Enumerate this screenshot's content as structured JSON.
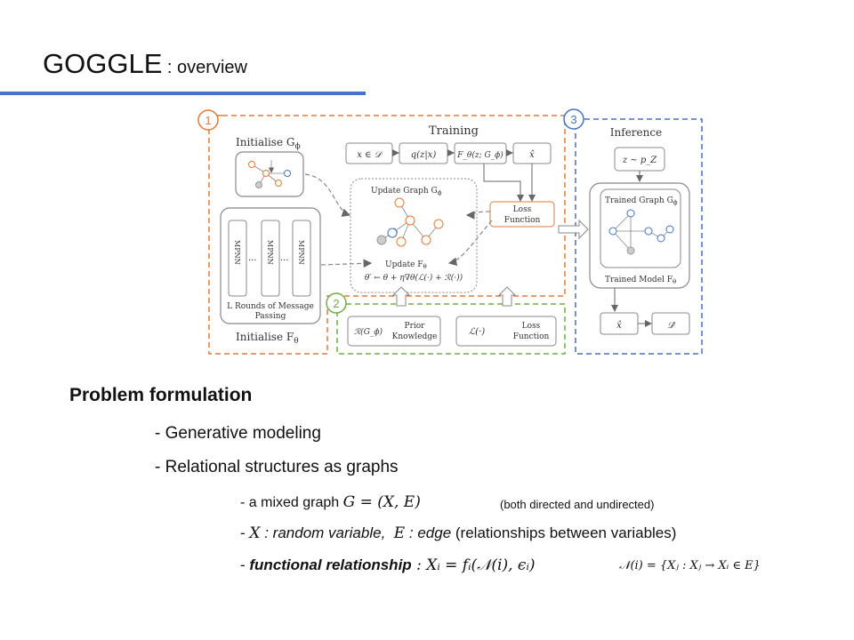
{
  "slide": {
    "title_main": "GOGGLE",
    "title_sub": " : overview",
    "accent_color": "#4472c4"
  },
  "diagram": {
    "region_numbers": [
      "1",
      "2",
      "3"
    ],
    "region_colors": {
      "one": "#e07b39",
      "two": "#70ad47",
      "three": "#4472c4"
    },
    "training_label": "Training",
    "inference_label": "Inference",
    "initialise_g": "Initialise G",
    "initialise_g_sub": "ϕ",
    "initialise_f": "Initialise F",
    "initialise_f_sub": "θ",
    "mpnn": "MPNN",
    "ellipsis": "···",
    "rounds_line1": "L Rounds of Message",
    "rounds_line2": "Passing",
    "pipeline": [
      "x ∈ 𝒟",
      "q(z|x)",
      "F_θ(z; G_ϕ)",
      "x̂"
    ],
    "update_graph": "Update Graph G",
    "update_graph_sub": "ϕ",
    "update_f": "Update F",
    "update_f_sub": "θ",
    "update_rule": "θ′ ← θ + η∇θ(ℒ(·) + ℛ(·))",
    "loss_function_line1": "Loss",
    "loss_function_line2": "Function",
    "prior_symbol": "ℛ(G_ϕ)",
    "prior_line1": "Prior",
    "prior_line2": "Knowledge",
    "loss_symbol": "ℒ(·)",
    "loss_line1": "Loss",
    "loss_line2": "Function",
    "sample": "z ~ p_Z",
    "trained_graph": "Trained Graph G",
    "trained_graph_sub": "ϕ",
    "trained_model": "Trained Model F",
    "trained_model_sub": "θ",
    "output_xhat": "x̂",
    "output_dhat": "𝒟̂"
  },
  "content": {
    "heading": "Problem formulation",
    "bullet1": "- Generative modeling",
    "bullet2": "- Relational structures as graphs",
    "sub1_prefix": "- a mixed graph ",
    "sub1_math": "G = (X, E)",
    "sub1_note": "(both directed and undirected)",
    "sub2_dash": "- ",
    "sub2_x": "X",
    "sub2_x_desc": " : random variable,",
    "sub2_e": "E",
    "sub2_e_desc": " : edge",
    "sub2_rest": " (relationships between variables)",
    "sub3_dash": "- ",
    "sub3_term": "functional relationship",
    "sub3_math": " : Xᵢ = fᵢ(𝒩(i), ϵᵢ)",
    "neighborhood_def": "𝒩(i) = {Xⱼ : Xⱼ → Xᵢ ∈ E}"
  }
}
